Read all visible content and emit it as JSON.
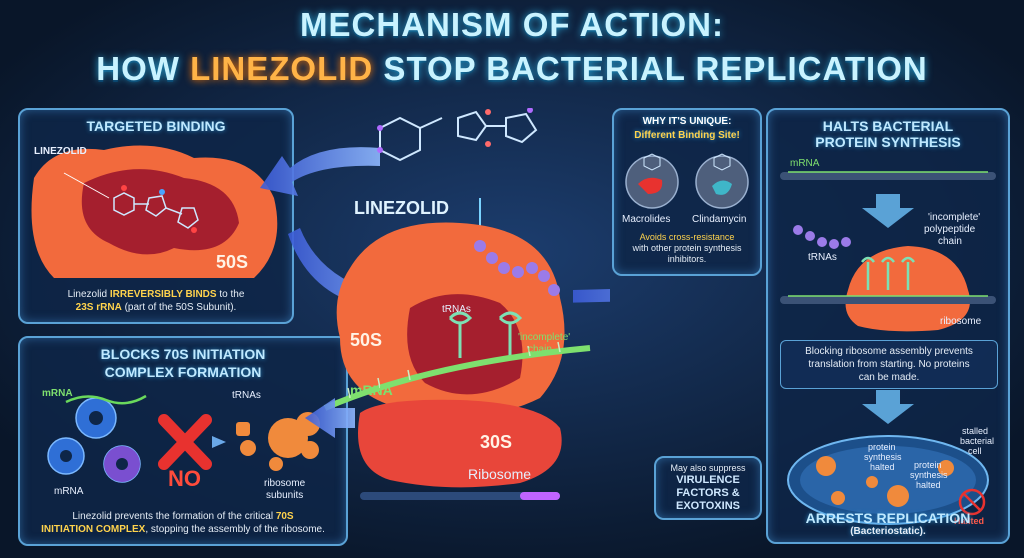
{
  "title": {
    "line1": "MECHANISM OF ACTION:",
    "line2_pre": "HOW ",
    "line2_highlight": "LINEZOLID",
    "line2_post": " STOP BACTERIAL REPLICATION"
  },
  "center": {
    "molecule_label": "LINEZOLID",
    "label_50s": "50S",
    "label_30s": "30S",
    "label_trnas": "tRNAs",
    "label_incomplete_line1": "'incomplete'",
    "label_incomplete_line2": "chain",
    "label_mrna": "mRNA",
    "label_ribosome": "Ribosome"
  },
  "binding": {
    "title": "TARGETED BINDING",
    "linezolid_label": "LINEZOLID",
    "label_50s": "50S",
    "caption_pre": "Linezolid ",
    "caption_bold1": "IRREVERSIBLY BINDS",
    "caption_mid": " to the",
    "caption_bold2": "23S rRNA",
    "caption_post": " (part of the 50S Subunit)."
  },
  "blocks": {
    "title_line1": "BLOCKS 70S INITIATION",
    "title_line2": "COMPLEX FORMATION",
    "mrna_top": "mRNA",
    "mrna_bottom": "mRNA",
    "trnas": "tRNAs",
    "no": "NO",
    "subunits_line1": "ribosome",
    "subunits_line2": "subunits",
    "caption_pre": "Linezolid prevents the formation of the critical ",
    "caption_bold1": "70S",
    "caption_bold2": "INITIATION COMPLEX",
    "caption_post": ", stopping the assembly of the ribosome."
  },
  "unique": {
    "title": "WHY IT'S UNIQUE:",
    "subtitle": "Different Binding Site!",
    "macrolides": "Macrolides",
    "clindamycin": "Clindamycin",
    "caption_line1": "Avoids cross-resistance",
    "caption_line2": "with other protein synthesis",
    "caption_line3": "inhibitors."
  },
  "halts": {
    "title_line1": "HALTS BACTERIAL",
    "title_line2": "PROTEIN SYNTHESIS",
    "mrna": "mRNA",
    "incomplete_line1": "'incomplete'",
    "incomplete_line2": "polypeptide",
    "incomplete_line3": "chain",
    "trnas": "tRNAs",
    "ribosome": "ribosome",
    "caption_line1": "Blocking ribosome assembly prevents",
    "caption_line2": "translation from starting. No proteins",
    "caption_line3": "can be made."
  },
  "arrests": {
    "stalled_line1": "stalled",
    "stalled_line2": "bacterial",
    "stalled_line3": "cell",
    "halted1_line1": "protein",
    "halted1_line2": "synthesis",
    "halted1_line3": "halted",
    "halted2_line1": "protein",
    "halted2_line2": "synthesis",
    "halted2_line3": "halted",
    "halted_badge": "Hallted",
    "title": "ARRESTS REPLICATION",
    "subtitle": "(Bacteriostatic)."
  },
  "virulence": {
    "line1": "May also suppress",
    "line2": "VIRULENCE",
    "line3": "FACTORS &",
    "line4": "EXOTOXINS"
  },
  "colors": {
    "background": "#0b1a33",
    "panel_border": "#5aa2d6",
    "title_glow": "#c9f3ff",
    "highlight": "#ffb347",
    "ribosome": "#f26a3d",
    "accent_red": "#e8322f"
  }
}
